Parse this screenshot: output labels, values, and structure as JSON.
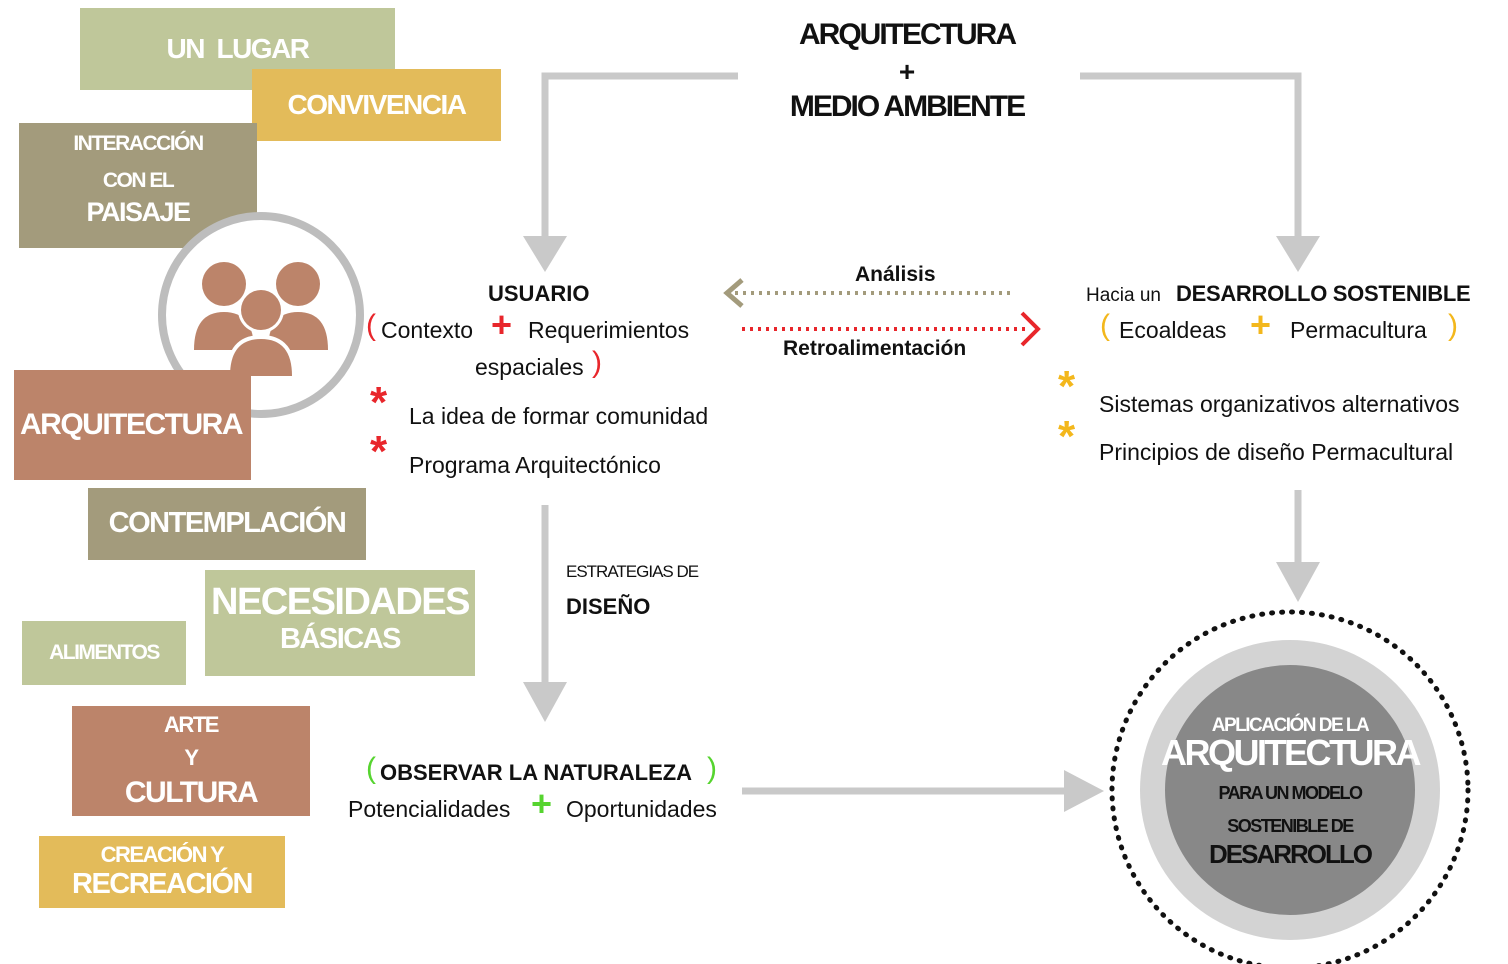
{
  "colors": {
    "green": "#bfc79a",
    "gold": "#e3bb5a",
    "olive": "#a39b7c",
    "terra": "#bc846a",
    "arrow_gray": "#c9c9c9",
    "red": "#e8262b",
    "yellow": "#f3b71c",
    "bright_green": "#56d42f",
    "dotted_brown": "#a39b7c"
  },
  "left_boxes": {
    "un_lugar": "UN  LUGAR",
    "convivencia": "CONVIVENCIA",
    "interaccion_1": "INTERACCIÓN",
    "interaccion_2": "CON EL",
    "interaccion_3": "PAISAJE",
    "arquitectura": "ARQUITECTURA",
    "contemplacion": "CONTEMPLACIÓN",
    "necesidades_1": "NECESIDADES",
    "necesidades_2": "BÁSICAS",
    "alimentos": "ALIMENTOS",
    "arte_1": "ARTE",
    "arte_2": "Y",
    "arte_3": "CULTURA",
    "creacion_1": "CREACIÓN Y",
    "creacion_2": "RECREACIÓN"
  },
  "user_icon": "users-group-icon",
  "top": {
    "line1": "ARQUITECTURA",
    "plus": "+",
    "line2": "MEDIO AMBIENTE"
  },
  "usuario": {
    "title": "USUARIO",
    "open": "(",
    "contexto": "Contexto",
    "plus": "+",
    "requerimientos": "Requerimientos",
    "espaciales": "espaciales",
    "close": ")",
    "star": "*",
    "item1": "La idea de formar comunidad",
    "item2": "Programa Arquitectónico"
  },
  "analisis": "Análisis",
  "retroalimentacion": "Retroalimentación",
  "desarrollo": {
    "prefix": "Hacia un",
    "title": "DESARROLLO SOSTENIBLE",
    "open": "(",
    "ecoaldeas": "Ecoaldeas",
    "plus": "+",
    "permacultura": "Permacultura",
    "close": ")",
    "star": "*",
    "item1": "Sistemas organizativos alternativos",
    "item2": "Principios de diseño Permacultural"
  },
  "estrategias": {
    "line1": "ESTRATEGIAS DE",
    "line2": "DISEÑO"
  },
  "observar": {
    "open": "(",
    "title": "OBSERVAR LA NATURALEZA",
    "close": ")",
    "potencialidades": "Potencialidades",
    "plus": "+",
    "oportunidades": "Oportunidades"
  },
  "final": {
    "line1": "APLICACIÓN DE LA",
    "line2": "ARQUITECTURA",
    "line3": "PARA UN MODELO",
    "line4": "SOSTENIBLE DE",
    "line5": "DESARROLLO"
  }
}
